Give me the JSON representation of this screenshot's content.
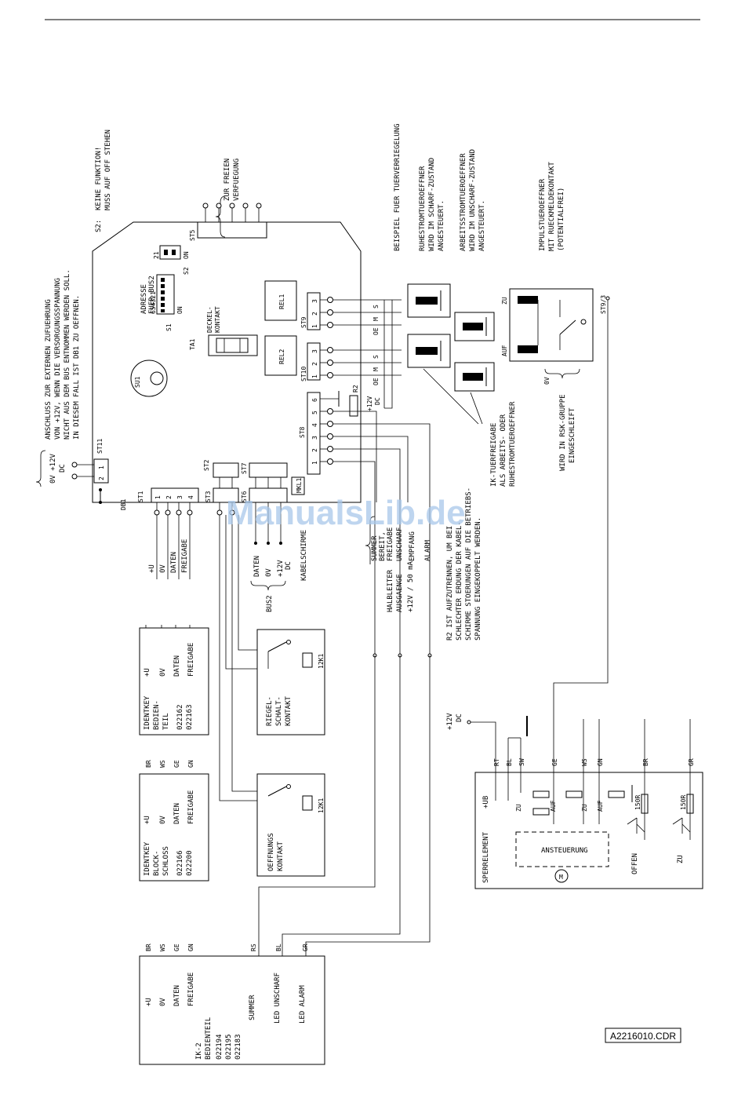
{
  "reference_code": "A2216010.CDR",
  "watermark": "ManualsLib.de",
  "top_notes": {
    "ext_supply": [
      "ANSCHLUSS ZUR EXTERNEN ZUFUEHRUNG",
      "VON +12V, WENN DIE VERSORGUNGSSPANNUNG",
      "NICHT AUS DEM BUS ENTNOMMEN WERDEN SOLL.",
      "IN DIESEM FALL IST DB1 ZU OEFFNEN."
    ],
    "s2_label": "S2:",
    "s2_note": [
      "KEINE FUNKTION!",
      "MUSS AUF OFF STEHEN"
    ],
    "free_use": [
      "ZUR FREIEN",
      "VERFUEGUNG"
    ],
    "example_title": "BEISPIEL FUER TUERVERRIEGELUNG",
    "ruhestrom": [
      "RUHESTROMTUEROEFFNER",
      "WIRD IM SCHARF-ZUSTAND",
      "ANGESTEUERT."
    ],
    "arbeitsstrom": [
      "ARBEITSSTROMTUEROEFFNER",
      "WIRD IM UNSCHARF-ZUSTAND",
      "ANGESTEUERT."
    ],
    "impuls": [
      "IMPULSTUEROEFFNER",
      "MIT RUECKMELDEKONTAKT",
      "(POTENTIALFREI)"
    ]
  },
  "board": {
    "st5": "ST5",
    "s2": "S2",
    "s2_on": "ON",
    "s2_nums": "21",
    "adresse": [
      "ADRESSE",
      "FUER BUS2"
    ],
    "s1": "S1",
    "s1_nums": "654321",
    "s1_on": "ON",
    "rel1": "REL1",
    "rel2": "REL2",
    "st9": "ST9",
    "st10": "ST10",
    "deckel": [
      "DECKEL-",
      "KONTAKT"
    ],
    "ta1": "TA1",
    "su1": "SU1",
    "st11": "ST11",
    "st8": "ST8",
    "r2": "R2",
    "db1": "DB1",
    "st1": "ST1",
    "st2": "ST2",
    "st3": "ST3",
    "st6": "ST6",
    "st7": "ST7",
    "mkl1": "MKL1",
    "supply": [
      "0V +12V",
      "DC"
    ],
    "plus12_dc": [
      "+12V",
      "DC"
    ],
    "st8_pins": [
      "6",
      "5",
      "4",
      "3",
      "2",
      "1"
    ],
    "relay_pins": [
      "3",
      "2",
      "1"
    ],
    "relay_labels": [
      "S",
      "M",
      "OE"
    ]
  },
  "st1_signals": [
    "+U",
    "0V",
    "DATEN",
    "FREIGABE"
  ],
  "bus2": {
    "signals": [
      "DATEN",
      "0V",
      "+12V",
      "DC"
    ],
    "label": "BUS2",
    "kabelschirme": "KABELSCHIRME"
  },
  "st8_outputs": {
    "signals": [
      "SUMMER",
      "BEREIT,",
      "FREIGABE",
      "UNSCHARF",
      "EMPFANG",
      "ALARM"
    ],
    "title": [
      "HALBLEITER",
      "AUSGAENGE"
    ],
    "rating": "+12V / 50 mA"
  },
  "r2_note": [
    "R2 IST AUFZUTRENNEN, UM BEI",
    "SCHLECHTER ERDUNG DER KABEL-",
    "SCHIRME STOERUNGEN AUF DIE BETRIEBS-",
    "SPANNUNG EINGEKOPPELT WERDEN."
  ],
  "ik_note": [
    "IK-TUERFREIGABE",
    "ALS ARBEITS- ODER",
    "RUHESTROMTUEROEFFNER"
  ],
  "opener_labels": {
    "zu": "ZU",
    "auf": "AUF",
    "st93": "ST9/3",
    "zero_v": "0V"
  },
  "rsk_note": [
    "WIRD IN RSK-GRUPPE",
    "EINGESCHLEIFT"
  ],
  "identkey_bedienteil": {
    "title": [
      "IDENTKEY",
      "BEDIEN-",
      "TEIL"
    ],
    "parts": [
      "022162",
      "022163"
    ],
    "signals": [
      "+U",
      "0V",
      "DATEN",
      "FREIGABE"
    ]
  },
  "identkey_blockschloss": {
    "title": [
      "IDENTKEY",
      "BLOCK-",
      "SCHLOSS"
    ],
    "parts": [
      "022166",
      "022200"
    ],
    "signals": [
      "+U",
      "0V",
      "DATEN",
      "FREIGABE"
    ],
    "colors": [
      "BR",
      "WS",
      "GE",
      "GN"
    ]
  },
  "riegel": {
    "title": [
      "RIEGEL-",
      "SCHALT-",
      "KONTAKT"
    ],
    "relay": "12K1"
  },
  "oeffnung": {
    "title": [
      "OEFFNUNGS",
      "KONTAKT"
    ],
    "relay": "12K1"
  },
  "sperrelement": {
    "label": "SPERRELEMENT",
    "ub": "+UB",
    "supply": [
      "+12V",
      "DC"
    ],
    "wires": [
      "RT",
      "BL",
      "SW",
      "GE",
      "WS",
      "GN",
      "BR",
      "GR"
    ],
    "zu": "ZU",
    "auf": "AUF",
    "r150": "150R",
    "ansteuerung": "ANSTEUERUNG",
    "motor": "M",
    "oeffen": "OFFEN",
    "zu_out": "ZU"
  },
  "ik2": {
    "title": "IK-2",
    "subtitle": "BEDIENTEIL",
    "parts": [
      "022194",
      "022195",
      "022183"
    ],
    "signals": [
      "+U",
      "0V",
      "DATEN",
      "FREIGABE",
      "SUMMER",
      "LED UNSCHARF",
      "LED ALARM"
    ],
    "colors": [
      "BR",
      "WS",
      "GE",
      "GN",
      "RS",
      "BL",
      "GR"
    ]
  }
}
